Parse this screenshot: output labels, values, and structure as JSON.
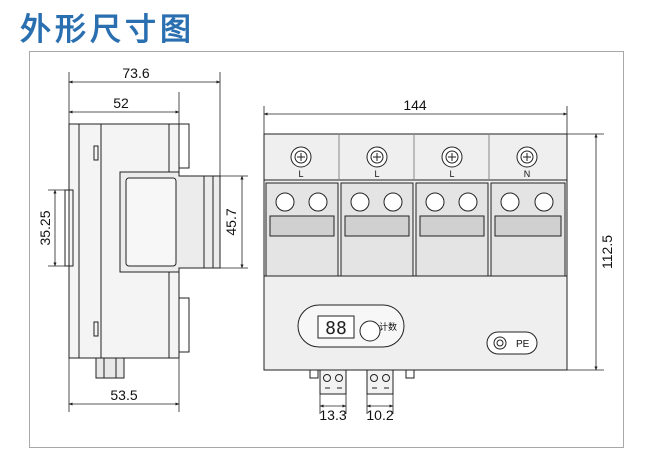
{
  "title": "外形尺寸图",
  "dimensions": {
    "side_depth_total": "73.6",
    "side_depth_body": "52",
    "side_height_rail": "35.25",
    "side_height_front": "45.7",
    "side_depth_bottom": "53.5",
    "front_width": "144",
    "front_height": "112.5",
    "terminal_pitch_left": "13.3",
    "terminal_pitch_right": "10.2"
  },
  "front_view": {
    "phase_labels": [
      "L",
      "L",
      "L",
      "N"
    ],
    "display_digits": "88",
    "counter_label": "计数",
    "pe_label": "PE"
  },
  "colors": {
    "title": "#2a6fb0",
    "frame": "#a8a8a8",
    "module_fill": "#d9d9d9",
    "body_fill": "#e6e6e6"
  }
}
